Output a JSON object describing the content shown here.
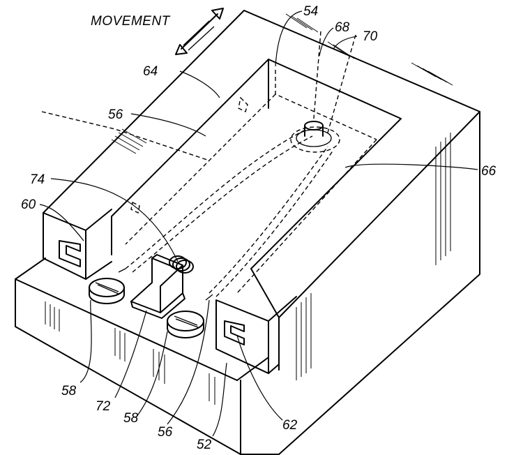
{
  "labels": {
    "movement": "MOVEMENT",
    "r54": "54",
    "r68": "68",
    "r70": "70",
    "r64": "64",
    "r56_top": "56",
    "r66": "66",
    "r74": "74",
    "r60": "60",
    "r58_left": "58",
    "r72": "72",
    "r58_right": "58",
    "r56_bottom": "56",
    "r52": "52",
    "r62": "62"
  }
}
